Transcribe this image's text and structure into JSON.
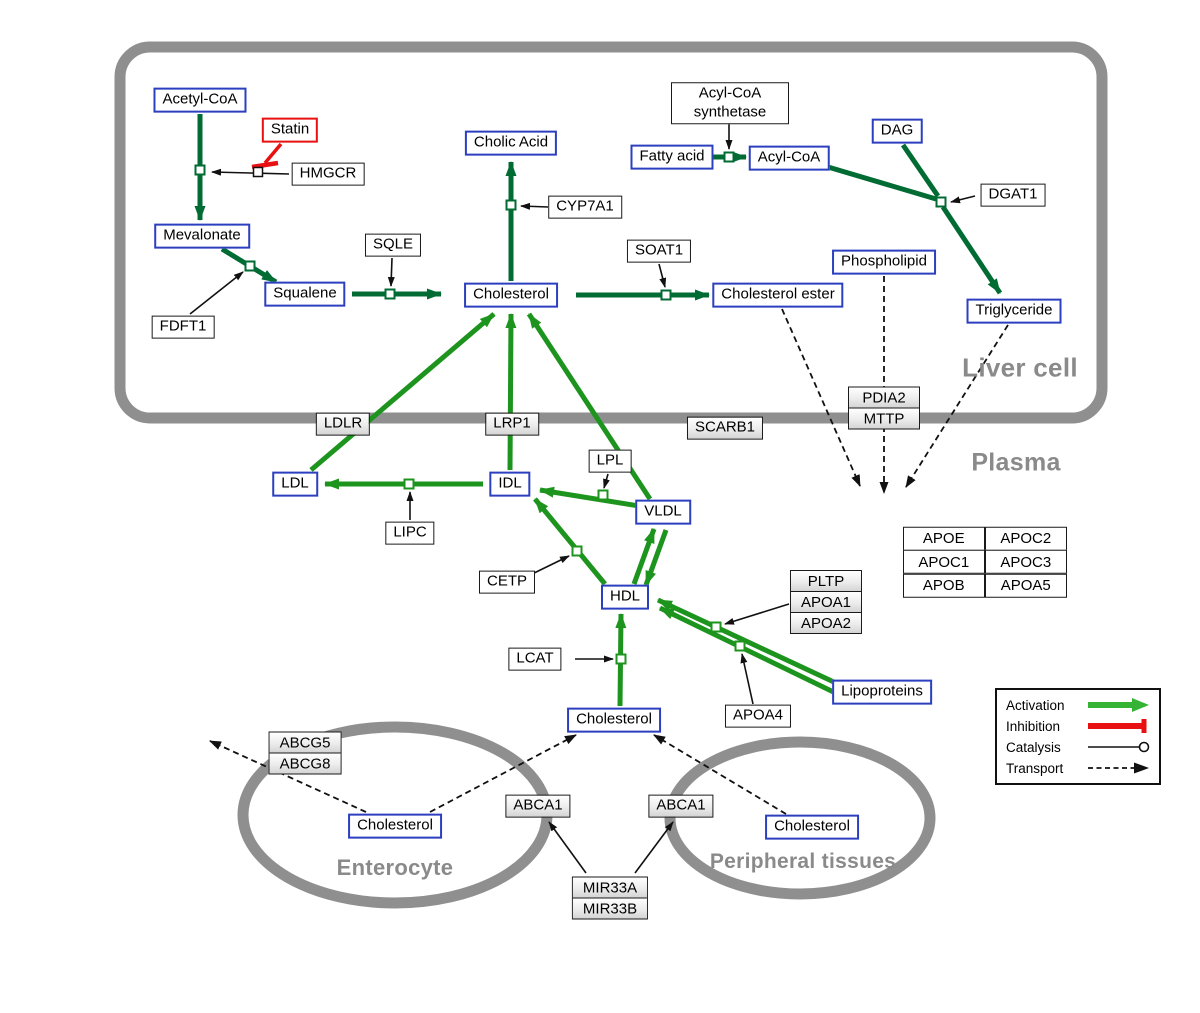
{
  "compartments": {
    "liver_cell": "Liver cell",
    "plasma": "Plasma",
    "enterocyte": "Enterocyte",
    "peripheral_tissues": "Peripheral tissues"
  },
  "nodes": {
    "acetyl_coa": "Acetyl-CoA",
    "statin": "Statin",
    "hmgcr": "HMGCR",
    "mevalonate": "Mevalonate",
    "fdft1": "FDFT1",
    "squalene": "Squalene",
    "sqle": "SQLE",
    "cholic_acid": "Cholic Acid",
    "cyp7a1": "CYP7A1",
    "cholesterol_liver": "Cholesterol",
    "soat1": "SOAT1",
    "cholesterol_ester": "Cholesterol ester",
    "acyl_coa_synthetase": "Acyl-CoA synthetase",
    "fatty_acid": "Fatty acid",
    "acyl_coa": "Acyl-CoA",
    "dag": "DAG",
    "dgat1": "DGAT1",
    "phospholipid": "Phospholipid",
    "triglyceride": "Triglyceride",
    "pdia2": "PDIA2",
    "mttp": "MTTP",
    "ldlr": "LDLR",
    "lrp1": "LRP1",
    "scarb1": "SCARB1",
    "ldl": "LDL",
    "idl": "IDL",
    "lipc": "LIPC",
    "lpl": "LPL",
    "vldl": "VLDL",
    "cetp": "CETP",
    "hdl": "HDL",
    "pltp": "PLTP",
    "apoa1": "APOA1",
    "apoa2": "APOA2",
    "lcat": "LCAT",
    "apoa4": "APOA4",
    "lipoproteins": "Lipoproteins",
    "cholesterol_plasma": "Cholesterol",
    "abcg5": "ABCG5",
    "abcg8": "ABCG8",
    "cholesterol_enterocyte": "Cholesterol",
    "abca1_left": "ABCA1",
    "abca1_right": "ABCA1",
    "cholesterol_peripheral": "Cholesterol",
    "mir33a": "MIR33A",
    "mir33b": "MIR33B"
  },
  "apo_table": [
    [
      "APOE",
      "APOC2"
    ],
    [
      "APOC1",
      "APOC3"
    ],
    [
      "APOB",
      "APOA5"
    ]
  ],
  "legend": {
    "activation": "Activation",
    "inhibition": "Inhibition",
    "catalysis": "Catalysis",
    "transport": "Transport"
  },
  "colors": {
    "activation_liver_green": "#006b33",
    "activation_plasma_green": "#1d941d",
    "legend_green": "#35b335",
    "inhibition_red": "#e81010",
    "compartment_gray": "#8f8f8f",
    "metabolite_border_blue": "#2b3fbf"
  }
}
